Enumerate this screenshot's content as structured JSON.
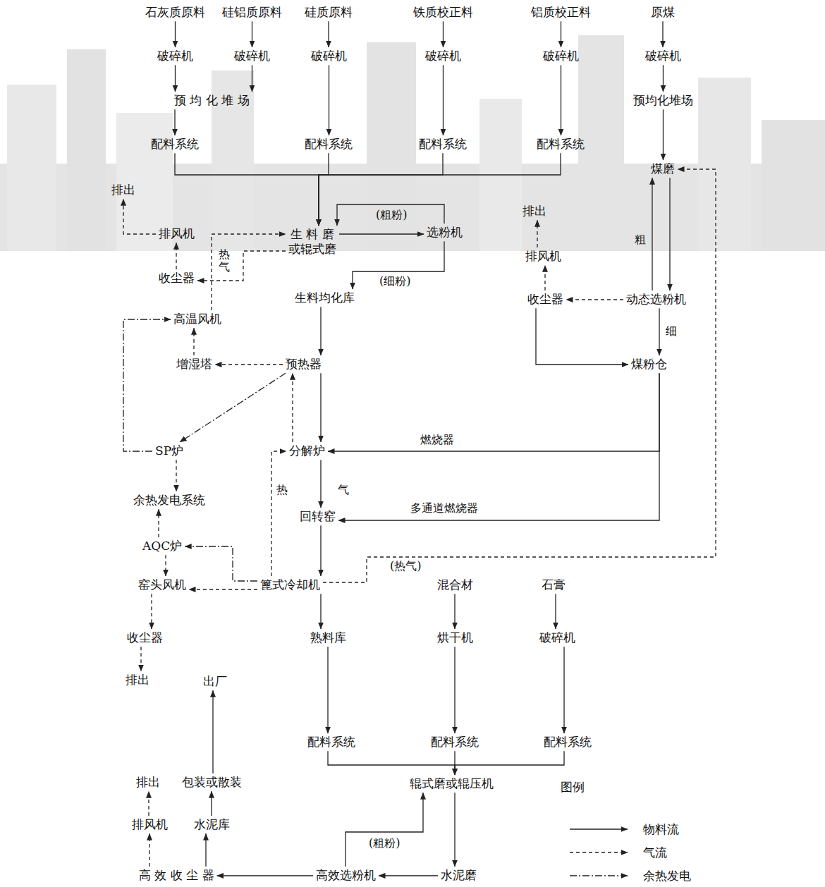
{
  "diagram": {
    "nodes": [
      {
        "text": [
          "石灰质原料"
        ]
      },
      {
        "text": [
          "硅铝质原料"
        ]
      },
      {
        "text": [
          "硅质原料"
        ]
      },
      {
        "text": [
          "铁质校正料"
        ]
      },
      {
        "text": [
          "铝质校正料"
        ]
      },
      {
        "text": [
          "原煤"
        ]
      },
      {
        "text": [
          "破碎机"
        ]
      },
      {
        "text": [
          "破碎机"
        ]
      },
      {
        "text": [
          "破碎机"
        ]
      },
      {
        "text": [
          "破碎机"
        ]
      },
      {
        "text": [
          "破碎机"
        ]
      },
      {
        "text": [
          "破碎机"
        ]
      },
      {
        "text": [
          "预 均 化 堆 场"
        ]
      },
      {
        "text": [
          "预均化堆场"
        ]
      },
      {
        "text": [
          "配料系统"
        ]
      },
      {
        "text": [
          "配料系统"
        ]
      },
      {
        "text": [
          "配料系统"
        ]
      },
      {
        "text": [
          "配料系统"
        ]
      },
      {
        "text": [
          "煤磨"
        ]
      },
      {
        "text": [
          "排出"
        ]
      },
      {
        "text": [
          "排出"
        ]
      },
      {
        "text": [
          "排风机"
        ]
      },
      {
        "text": [
          "生 料 磨",
          "或辊式磨"
        ]
      },
      {
        "text": [
          "选粉机"
        ]
      },
      {
        "text": [
          "排风机"
        ]
      },
      {
        "text": [
          "收尘器"
        ]
      },
      {
        "text": [
          "生料均化库"
        ]
      },
      {
        "text": [
          "收尘器"
        ]
      },
      {
        "text": [
          "动态选粉机"
        ]
      },
      {
        "text": [
          "高温风机"
        ]
      },
      {
        "text": [
          "增湿塔"
        ]
      },
      {
        "text": [
          "预热器"
        ]
      },
      {
        "text": [
          "煤粉仓"
        ]
      },
      {
        "text": [
          "SP炉"
        ]
      },
      {
        "text": [
          "分解炉"
        ]
      },
      {
        "text": [
          "余热发电系统"
        ]
      },
      {
        "text": [
          "回转窑"
        ]
      },
      {
        "text": [
          "AQC炉"
        ]
      },
      {
        "text": [
          "窑头风机"
        ]
      },
      {
        "text": [
          "篦式冷却机"
        ]
      },
      {
        "text": [
          "混合材"
        ]
      },
      {
        "text": [
          "石膏"
        ]
      },
      {
        "text": [
          "收尘器"
        ]
      },
      {
        "text": [
          "熟料库"
        ]
      },
      {
        "text": [
          "烘干机"
        ]
      },
      {
        "text": [
          "破碎机"
        ]
      },
      {
        "text": [
          "排出"
        ]
      },
      {
        "text": [
          "出厂"
        ]
      },
      {
        "text": [
          "配料系统"
        ]
      },
      {
        "text": [
          "配料系统"
        ]
      },
      {
        "text": [
          "配料系统"
        ]
      },
      {
        "text": [
          "排出"
        ]
      },
      {
        "text": [
          "包装或散装"
        ]
      },
      {
        "text": [
          "辊式磨或辊压机"
        ]
      },
      {
        "text": [
          "排风机"
        ]
      },
      {
        "text": [
          "水泥库"
        ]
      },
      {
        "text": [
          "高 效 收 尘 器"
        ]
      },
      {
        "text": [
          "高效选粉机"
        ]
      },
      {
        "text": [
          "水泥磨"
        ]
      }
    ],
    "edges": [
      {
        "from": 0,
        "to": 6,
        "arrow": "to"
      },
      {
        "from": 1,
        "to": 7,
        "arrow": "to"
      },
      {
        "from": 2,
        "to": 8,
        "arrow": "to"
      },
      {
        "from": 3,
        "to": 9,
        "arrow": "to"
      },
      {
        "from": 4,
        "to": 10,
        "arrow": "to"
      },
      {
        "from": 5,
        "to": 11,
        "arrow": "to"
      },
      {
        "from": 6,
        "to": 12,
        "arrow": "to"
      },
      {
        "from": 7,
        "to": 12,
        "arrow": "to"
      },
      {
        "from": 8,
        "to": 15,
        "arrow": "to"
      },
      {
        "from": 9,
        "to": 16,
        "arrow": "to"
      },
      {
        "from": 10,
        "to": 17,
        "arrow": "to"
      },
      {
        "from": 11,
        "to": 13,
        "arrow": "to"
      },
      {
        "from": 12,
        "to": 14,
        "arrow": "to"
      },
      {
        "from": 13,
        "to": 18,
        "arrow": "to"
      },
      {
        "from": 14,
        "to": 22,
        "arrow": "to"
      },
      {
        "from": 15,
        "to": 22,
        "arrow": "to"
      },
      {
        "from": 16,
        "to": 22,
        "arrow": "to"
      },
      {
        "from": 17,
        "to": 22,
        "arrow": "to"
      },
      {
        "from": 22,
        "to": 23,
        "arrow": "to"
      },
      {
        "from": 23,
        "to": 22,
        "arrow": "to",
        "label": "(粗粉)"
      },
      {
        "from": 23,
        "to": 26,
        "arrow": "to",
        "label": "(细粉)"
      },
      {
        "from": 26,
        "to": 31,
        "arrow": "to"
      },
      {
        "from": 29,
        "to": 22,
        "arrow": "to"
      },
      {
        "from": 22,
        "to": 25,
        "arrow": "to"
      },
      {
        "from": 25,
        "to": 21,
        "arrow": "to"
      },
      {
        "from": 21,
        "to": 19,
        "arrow": "to"
      },
      {
        "from": 30,
        "to": 29,
        "arrow": "to"
      },
      {
        "from": 31,
        "to": 30,
        "arrow": "to"
      },
      {
        "from": 31,
        "to": 33,
        "arrow": "to"
      },
      {
        "from": 33,
        "to": 29,
        "arrow": "to"
      },
      {
        "from": 33,
        "to": 35,
        "arrow": "to"
      },
      {
        "from": 37,
        "to": 35,
        "arrow": "to"
      },
      {
        "from": 31,
        "to": 34,
        "arrow": "to"
      },
      {
        "from": 34,
        "to": 31,
        "arrow": "to"
      },
      {
        "from": 34,
        "to": 36,
        "arrow": "to"
      },
      {
        "from": 36,
        "to": 39,
        "arrow": "to"
      },
      {
        "from": 39,
        "to": 34,
        "arrow": "to"
      },
      {
        "from": 39,
        "to": 37,
        "arrow": "to"
      },
      {
        "from": 39,
        "to": 38,
        "arrow": "to"
      },
      {
        "from": 37,
        "to": 38,
        "arrow": "to"
      },
      {
        "from": 38,
        "to": 42,
        "arrow": "to"
      },
      {
        "from": 42,
        "to": 46,
        "arrow": "to"
      },
      {
        "from": 39,
        "to": 18,
        "arrow": "to",
        "label": "(热气)"
      },
      {
        "from": 39,
        "to": 43,
        "arrow": "to"
      },
      {
        "from": 18,
        "to": 28,
        "arrow": "to"
      },
      {
        "from": 28,
        "to": 18,
        "arrow": "to",
        "label": "粗"
      },
      {
        "from": 28,
        "to": 32,
        "arrow": "to",
        "label": "细"
      },
      {
        "from": 28,
        "to": 27,
        "arrow": "to"
      },
      {
        "from": 27,
        "to": 24,
        "arrow": "to"
      },
      {
        "from": 24,
        "to": 20,
        "arrow": "to"
      },
      {
        "from": 27,
        "to": 32,
        "arrow": "to"
      },
      {
        "from": 32,
        "to": 34,
        "arrow": "to",
        "label": "燃烧器"
      },
      {
        "from": 32,
        "to": 36,
        "arrow": "to",
        "label": "多通道燃烧器"
      },
      {
        "from": 40,
        "to": 44,
        "arrow": "to"
      },
      {
        "from": 44,
        "to": 49,
        "arrow": "to"
      },
      {
        "from": 41,
        "to": 45,
        "arrow": "to"
      },
      {
        "from": 45,
        "to": 50,
        "arrow": "to"
      },
      {
        "from": 43,
        "to": 48,
        "arrow": "to"
      },
      {
        "from": 48,
        "to": 53,
        "arrow": "to"
      },
      {
        "from": 49,
        "to": 53,
        "arrow": "to"
      },
      {
        "from": 50,
        "to": 53,
        "arrow": "to"
      },
      {
        "from": 53,
        "to": 58,
        "arrow": "to"
      },
      {
        "from": 58,
        "to": 57,
        "arrow": "to"
      },
      {
        "from": 57,
        "to": 53,
        "arrow": "to",
        "label": "(粗粉)"
      },
      {
        "from": 57,
        "to": 56,
        "arrow": "to"
      },
      {
        "from": 56,
        "to": 54,
        "arrow": "to"
      },
      {
        "from": 54,
        "to": 51,
        "arrow": "to"
      },
      {
        "from": 56,
        "to": 55,
        "arrow": "to"
      },
      {
        "from": 55,
        "to": 52,
        "arrow": "to"
      },
      {
        "from": 52,
        "to": 47,
        "arrow": "to"
      }
    ],
    "labels": [
      "热气",
      "热",
      "气",
      "图例"
    ],
    "legend": [
      {
        "text": "物料流"
      },
      {
        "text": "气流"
      },
      {
        "text": "余热发电"
      }
    ]
  }
}
